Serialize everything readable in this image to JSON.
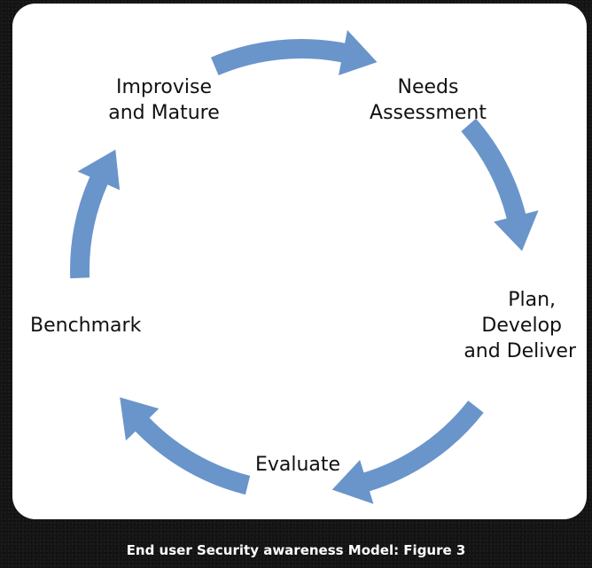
{
  "diagram": {
    "arrow_color": "#6a95cb",
    "background_color": "#ffffff",
    "steps": [
      {
        "line1": "Needs",
        "line2": "Assessment"
      },
      {
        "line1": "Plan,",
        "line2": "Develop",
        "line3": "and Deliver"
      },
      {
        "line1": "Evaluate"
      },
      {
        "line1": "Benchmark"
      },
      {
        "line1": "Improvise",
        "line2": "and Mature"
      }
    ]
  },
  "caption": "End user Security awareness Model: Figure 3"
}
